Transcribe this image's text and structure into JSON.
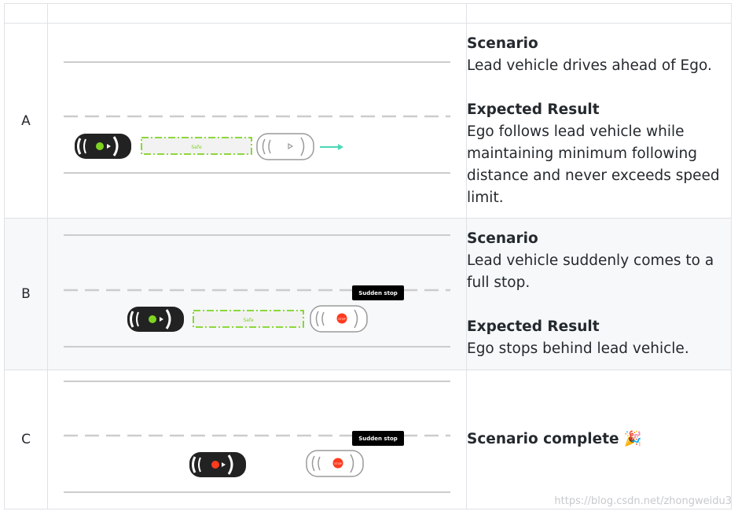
{
  "rows": [
    {
      "label": "A",
      "scenario_heading": "Scenario",
      "scenario_text": "Lead vehicle drives ahead of Ego.",
      "result_heading": "Expected Result",
      "result_text": "Ego follows lead vehicle while maintaining minimum following distance and never exceeds speed limit.",
      "safe_label": "Safe"
    },
    {
      "label": "B",
      "scenario_heading": "Scenario",
      "scenario_text": "Lead vehicle suddenly comes to a full stop.",
      "result_heading": "Expected Result",
      "result_text": "Ego stops behind lead vehicle.",
      "safe_label": "Safe",
      "event_tag": "Sudden stop",
      "stop_label": "STOP"
    },
    {
      "label": "C",
      "complete_text": "Scenario complete",
      "complete_emoji": "🎉",
      "event_tag": "Sudden stop",
      "stop_label": "STOP"
    }
  ],
  "watermark": "https://blog.csdn.net/zhongweidu3",
  "colors": {
    "ego_car": "#222222",
    "lead_car_outline": "#9a9a9a",
    "safe_zone": "#7ed321",
    "go_dot": "#7ed321",
    "stop_dot": "#ff3b1f",
    "motion_arrow": "#4dd6b8",
    "lane_line": "#cccccc",
    "tag_bg": "#000000"
  },
  "icons": [
    "ego-car-icon",
    "lead-car-icon",
    "motion-arrow-icon",
    "stop-light-icon",
    "party-popper-icon"
  ]
}
